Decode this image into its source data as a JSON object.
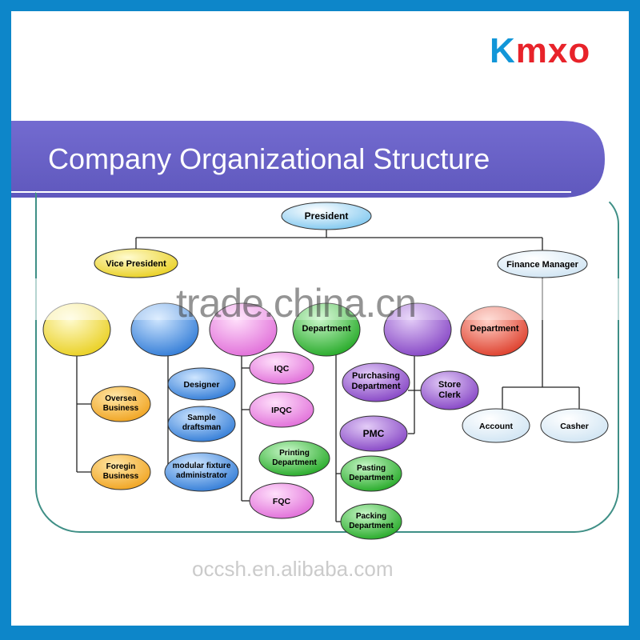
{
  "logo": {
    "first": "K",
    "rest": "mxo"
  },
  "banner": {
    "title": "Company Organizational Structure"
  },
  "watermarks": {
    "center": "trade.china.cn",
    "bottom": "occsh.en.alibaba.com"
  },
  "nodes": {
    "president": "President",
    "vice_president": "Vice President",
    "finance_manager": "Finance Manager",
    "dept_4": "Department",
    "dept_6": "Department",
    "oversea_business": [
      "Oversea",
      "Business"
    ],
    "foregin_business": [
      "Foregin",
      "Business"
    ],
    "designer": "Designer",
    "sample_draftsman": [
      "Sample",
      "draftsman"
    ],
    "modular_fixture_administrator": [
      "modular fixture",
      "administrator"
    ],
    "iqc": "IQC",
    "ipqc": "IPQC",
    "printing_department": [
      "Printing",
      "Department"
    ],
    "fqc": "FQC",
    "purchasing_department": [
      "Purchasing",
      "Department"
    ],
    "store_clerk": [
      "Store",
      "Clerk"
    ],
    "pmc": "PMC",
    "pasting_department": [
      "Pasting",
      "Department"
    ],
    "packing_department": [
      "Packing",
      "Department"
    ],
    "account": "Account",
    "casher": "Casher"
  },
  "colors": {
    "page_border": "#0d86c9",
    "banner": "#6a63c8",
    "frame": "#3f8f86",
    "light_blue": "#bfe3f5",
    "yellow": "#f6e04a",
    "orange": "#f4b23a",
    "blue": "#4a90e2",
    "pink": "#ef8ae6",
    "green": "#3fbf3f",
    "purple": "#9b5ad1",
    "red": "#e8523f",
    "pale": "#eaf4fb"
  }
}
